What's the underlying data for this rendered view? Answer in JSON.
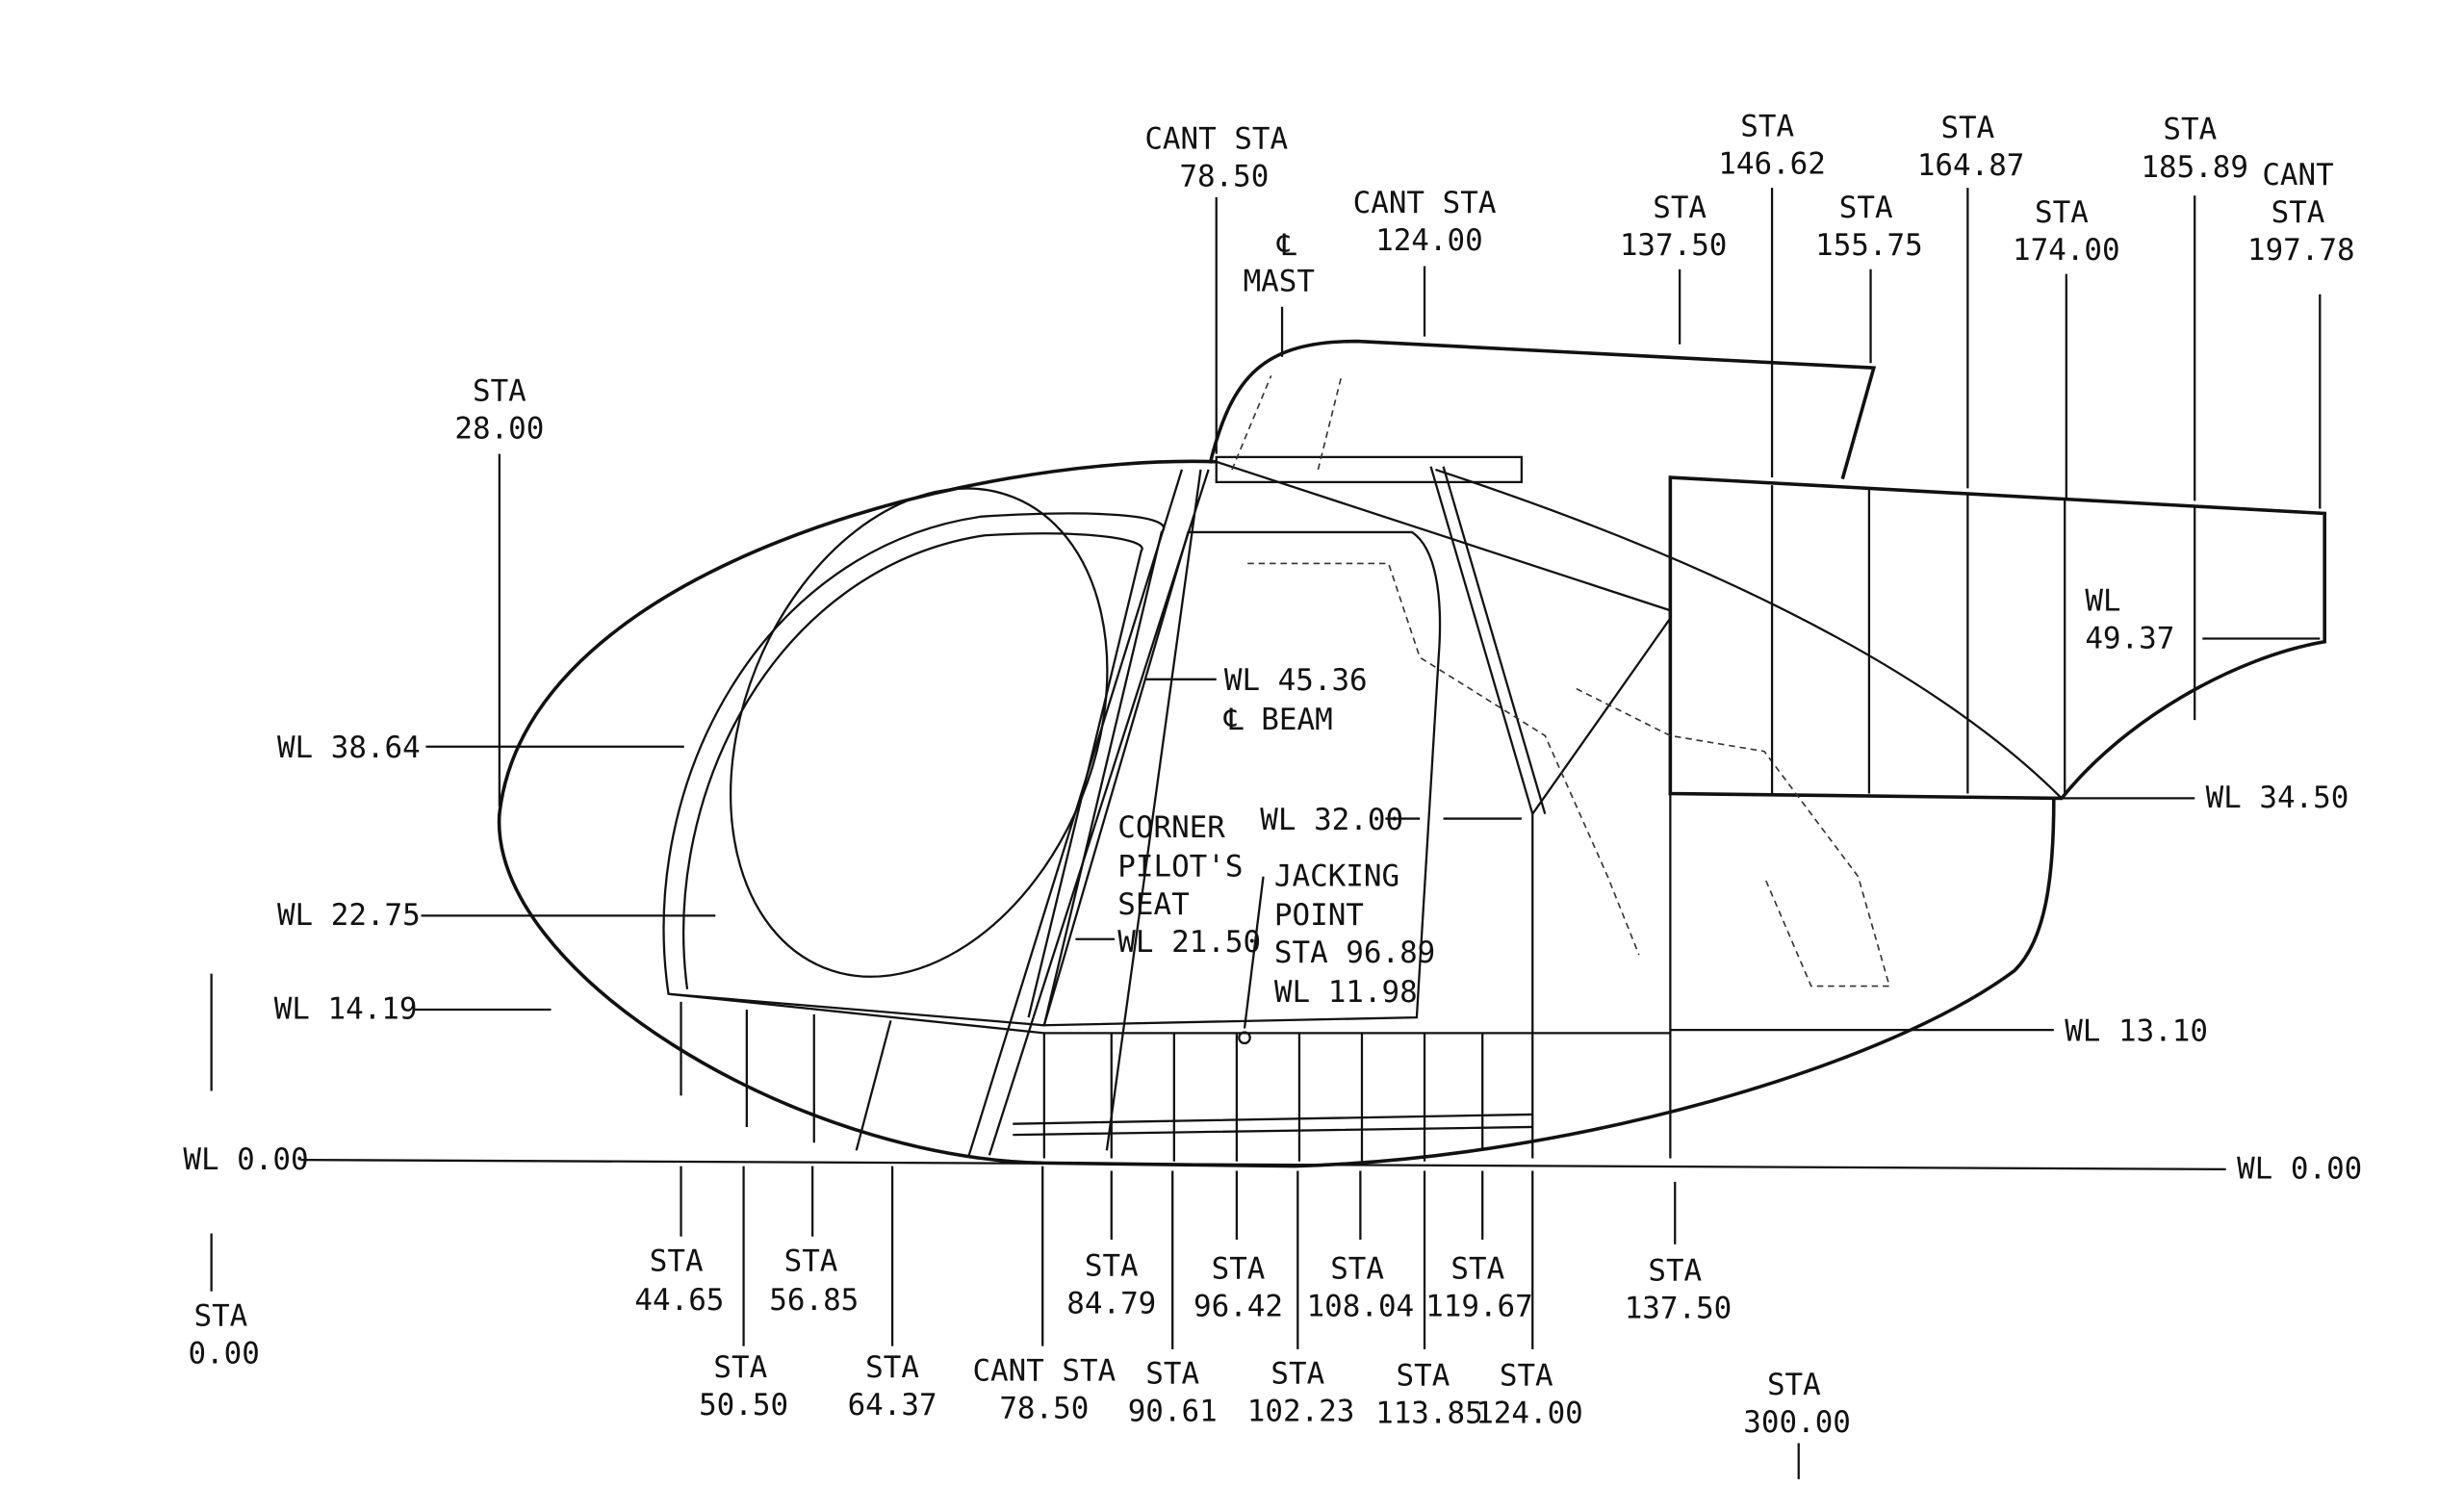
{
  "top_labels": {
    "sta_28": [
      "STA",
      "28.00"
    ],
    "cant_78": [
      "CANT STA",
      "78.50"
    ],
    "mast": [
      "℄",
      "MAST"
    ],
    "cant_124": [
      "CANT STA",
      "124.00"
    ],
    "sta_137": [
      "STA",
      "137.50"
    ],
    "sta_146": [
      "STA",
      "146.62"
    ],
    "sta_155": [
      "STA",
      "155.75"
    ],
    "sta_164": [
      "STA",
      "164.87"
    ],
    "sta_174": [
      "STA",
      "174.00"
    ],
    "sta_185": [
      "STA",
      "185.89"
    ],
    "cant_197": [
      "CANT",
      "STA",
      "197.78"
    ]
  },
  "wl_labels": {
    "wl_38": "WL 38.64",
    "wl_22": "WL 22.75",
    "wl_14": "WL 14.19",
    "wl_0_left": "WL 0.00",
    "wl_0_right": "WL 0.00",
    "wl_13": "WL 13.10",
    "wl_34": "WL 34.50",
    "wl_49": [
      "WL",
      "49.37"
    ],
    "wl_45": [
      "WL 45.36",
      "℄ BEAM"
    ],
    "wl_32": "WL 32.00",
    "seat": [
      "CORNER",
      "PILOT'S",
      "SEAT",
      "WL 21.50"
    ],
    "jack": [
      "JACKING",
      "POINT",
      "STA 96.89",
      "WL 11.98"
    ]
  },
  "bottom_labels": {
    "sta_0": [
      "STA",
      "0.00"
    ],
    "sta_44": [
      "STA",
      "44.65"
    ],
    "sta_50": [
      "STA",
      "50.50"
    ],
    "sta_56": [
      "STA",
      "56.85"
    ],
    "sta_64": [
      "STA",
      "64.37"
    ],
    "cant_78b": [
      "CANT STA",
      "78.50"
    ],
    "sta_84": [
      "STA",
      "84.79"
    ],
    "sta_90": [
      "STA",
      "90.61"
    ],
    "sta_96": [
      "STA",
      "96.42"
    ],
    "sta_102": [
      "STA",
      "102.23"
    ],
    "sta_108": [
      "STA",
      "108.04"
    ],
    "sta_113": [
      "STA",
      "113.85"
    ],
    "sta_119": [
      "STA",
      "119.67"
    ],
    "sta_124": [
      "STA",
      "124.00"
    ],
    "sta_137b": [
      "STA",
      "137.50"
    ],
    "sta_300": [
      "STA",
      "300.00"
    ]
  }
}
